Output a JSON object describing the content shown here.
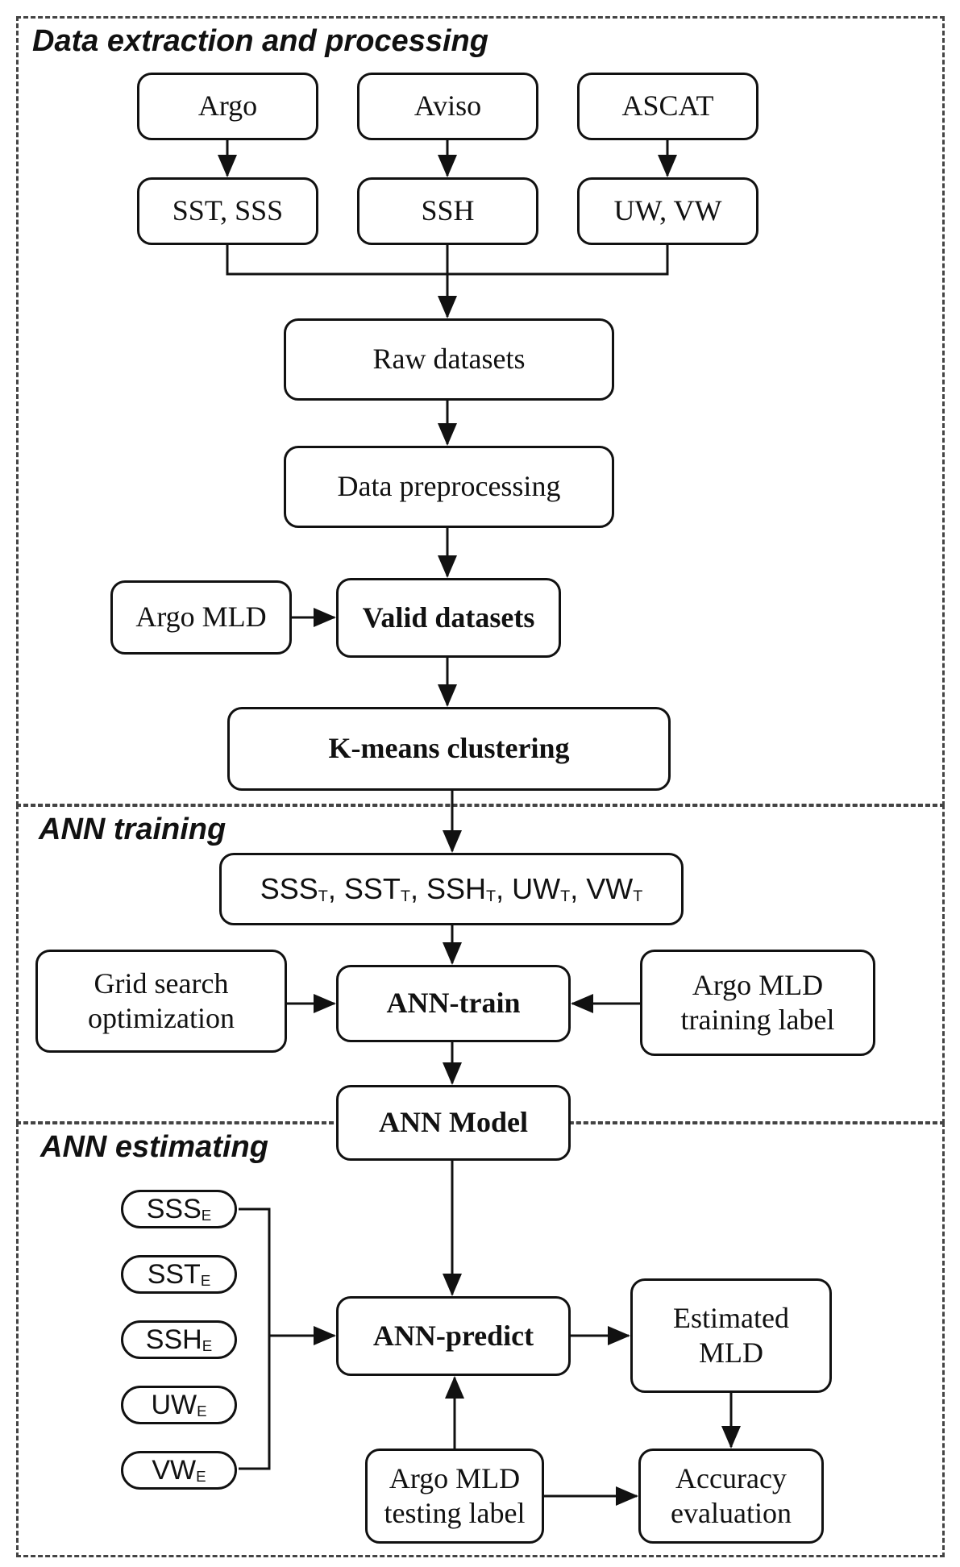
{
  "sections": {
    "extraction": "Data extraction and processing",
    "training": "ANN training",
    "estimating": "ANN estimating"
  },
  "nodes": {
    "argo": "Argo",
    "aviso": "Aviso",
    "ascat": "ASCAT",
    "sst_sss": "SST, SSS",
    "ssh": "SSH",
    "uw_vw": "UW, VW",
    "raw": "Raw datasets",
    "prep": "Data preprocessing",
    "argo_mld": "Argo MLD",
    "valid": "Valid datasets",
    "kmeans": "K-means clustering",
    "grid": "Grid search\noptimization",
    "train": "ANN-train",
    "label_train": "Argo MLD\ntraining label",
    "model": "ANN Model",
    "predict": "ANN-predict",
    "estimated": "Estimated\nMLD",
    "label_test": "Argo MLD\ntesting label",
    "accuracy": "Accuracy\nevaluation"
  },
  "training_inputs": {
    "items": [
      {
        "base": "SSS",
        "sub": "T",
        "sep": ", "
      },
      {
        "base": "SST",
        "sub": "T",
        "sep": ", "
      },
      {
        "base": "SSH",
        "sub": "T",
        "sep": ", "
      },
      {
        "base": "UW",
        "sub": "T",
        "sep": ", "
      },
      {
        "base": "VW",
        "sub": "T",
        "sep": ""
      }
    ]
  },
  "estimating_inputs": [
    {
      "base": "SSS",
      "sub": "E"
    },
    {
      "base": "SST",
      "sub": "E"
    },
    {
      "base": "SSH",
      "sub": "E"
    },
    {
      "base": "UW",
      "sub": "E"
    },
    {
      "base": "VW",
      "sub": "E"
    }
  ]
}
